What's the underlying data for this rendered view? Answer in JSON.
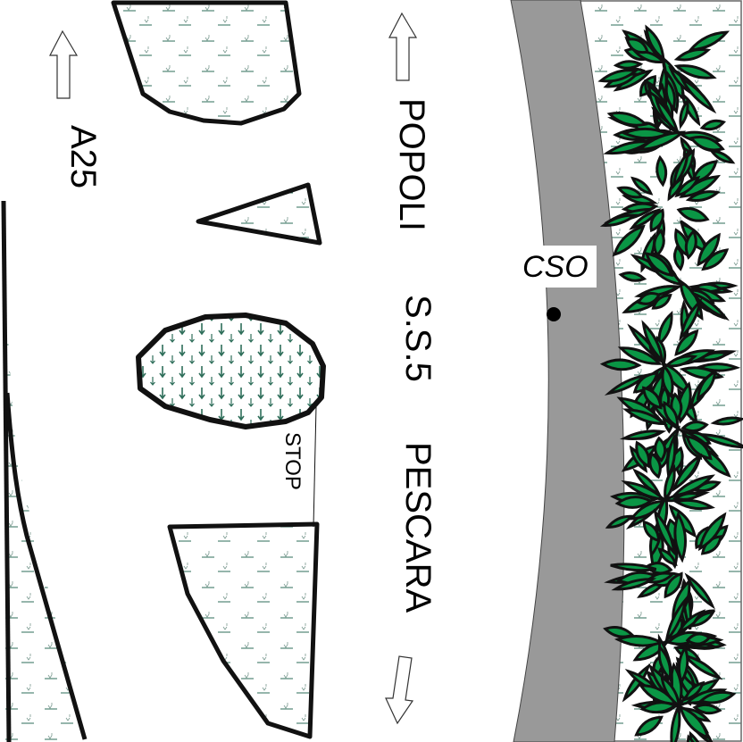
{
  "labels": {
    "motorway": "A25",
    "direction_north": "POPOLI",
    "road": "S.S.5",
    "direction_south": "PESCARA",
    "stop": "STOP",
    "point": "CSO"
  },
  "colors": {
    "road_gray": "#999999",
    "leaf_green": "#0a9645",
    "texture_green": "#2e6e5a",
    "outline": "#111111"
  },
  "icons": {
    "arrow_up_left": "hollow-arrow-up",
    "arrow_up_center": "hollow-arrow-up",
    "arrow_down_center": "hollow-arrow-down"
  }
}
